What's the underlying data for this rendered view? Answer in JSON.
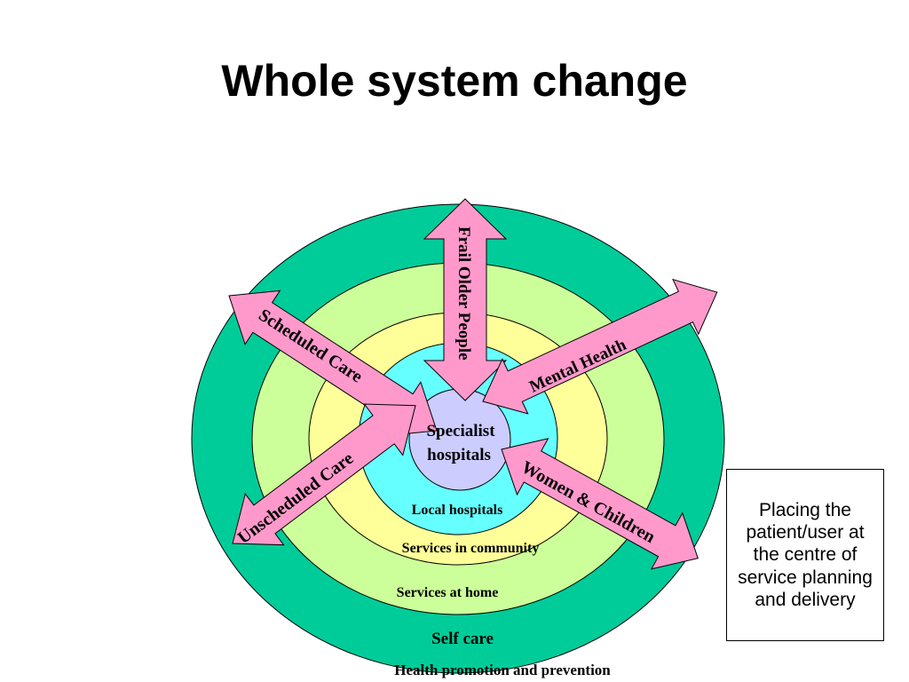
{
  "title": "Whole system change",
  "rings": {
    "health_promotion": "Health promotion and prevention",
    "self_care": "Self care",
    "services_at_home": "Services at home",
    "services_in_community": "Services in community",
    "local_hospitals": "Local hospitals",
    "specialist_line1": "Specialist",
    "specialist_line2": "hospitals"
  },
  "arrows": {
    "frail_older_people": "Frail Older People",
    "scheduled_care": "Scheduled Care",
    "mental_health": "Mental Health",
    "unscheduled_care": "Unscheduled Care",
    "women_children": "Women & Children"
  },
  "callout": {
    "text": "Placing the patient/user at the centre of service planning and delivery"
  },
  "colors": {
    "outer_ring": "#00cc99",
    "ring_2": "#ccff99",
    "ring_3": "#ffff99",
    "ring_4": "#66ffff",
    "center": "#ccccff",
    "arrow_fill": "#ff99cc"
  }
}
